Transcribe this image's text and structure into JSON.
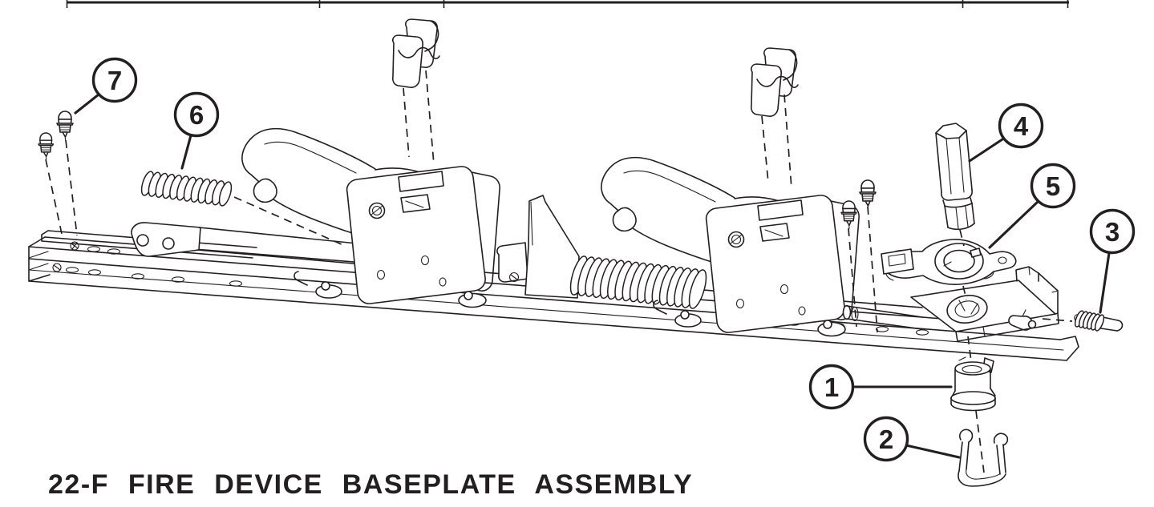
{
  "colors": {
    "ink": "#231f20",
    "background": "#ffffff"
  },
  "figure": {
    "title": "22-F FIRE DEVICE BASEPLATE ASSEMBLY",
    "callouts": [
      {
        "number": "1"
      },
      {
        "number": "2"
      },
      {
        "number": "3"
      },
      {
        "number": "4"
      },
      {
        "number": "5"
      },
      {
        "number": "6"
      },
      {
        "number": "7"
      }
    ]
  }
}
